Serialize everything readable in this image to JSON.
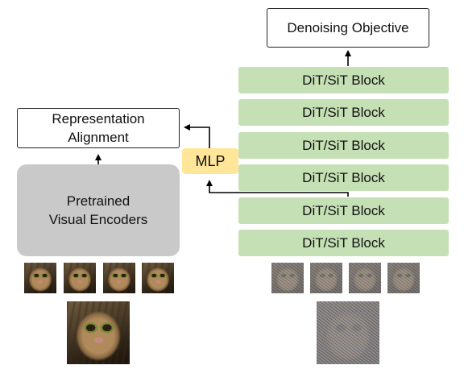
{
  "denoising": {
    "label": "Denoising Objective"
  },
  "dit_blocks": [
    {
      "label": "DiT/SiT Block"
    },
    {
      "label": "DiT/SiT Block"
    },
    {
      "label": "DiT/SiT Block"
    },
    {
      "label": "DiT/SiT Block"
    },
    {
      "label": "DiT/SiT Block"
    },
    {
      "label": "DiT/SiT Block"
    }
  ],
  "alignment": {
    "line1": "Representation",
    "line2": "Alignment"
  },
  "mlp": {
    "label": "MLP"
  },
  "encoder": {
    "line1": "Pretrained",
    "line2": "Visual Encoders"
  },
  "images": {
    "clean_crops": [
      "cat-crop-image",
      "cat-crop-image",
      "cat-crop-image",
      "cat-crop-image"
    ],
    "clean_main": "cat-image",
    "noisy_crops": [
      "noisy-cat-crop-image",
      "noisy-cat-crop-image",
      "noisy-cat-crop-image",
      "noisy-cat-crop-image"
    ],
    "noisy_main": "noisy-cat-image"
  },
  "colors": {
    "dit_block": "#c5e0b4",
    "mlp": "#ffe699",
    "encoder": "#c9c9c9",
    "arrow": "#000000"
  }
}
